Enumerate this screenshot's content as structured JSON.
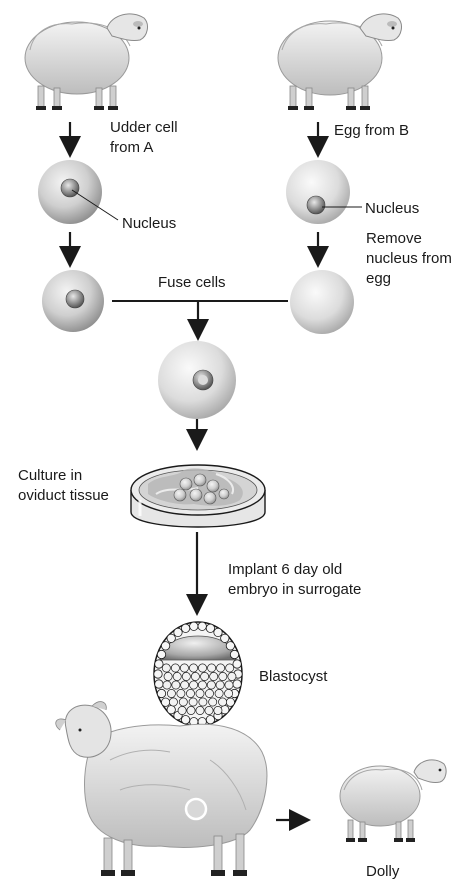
{
  "labels": {
    "udder_cell": [
      "Udder cell",
      "from A"
    ],
    "egg_from_b": "Egg from B",
    "nucleus_left": "Nucleus",
    "nucleus_right": "Nucleus",
    "remove_nucleus": [
      "Remove",
      "nucleus from",
      "egg"
    ],
    "fuse_cells": "Fuse cells",
    "culture": [
      "Culture in",
      "oviduct tissue"
    ],
    "implant": [
      "Implant 6 day old",
      "embryo in surrogate"
    ],
    "blastocyst": "Blastocyst",
    "dolly": "Dolly"
  },
  "colors": {
    "line": "#1a1a1a",
    "cell_light": "#f2f2f2",
    "cell_dark": "#8c8c8c",
    "nucleus_dark": "#555555",
    "wool": "#d9d9d9"
  },
  "icons": [
    "sheep-a-icon",
    "sheep-b-icon",
    "surrogate-sheep-icon",
    "dolly-sheep-icon",
    "petri-dish-icon",
    "blastocyst-icon"
  ]
}
